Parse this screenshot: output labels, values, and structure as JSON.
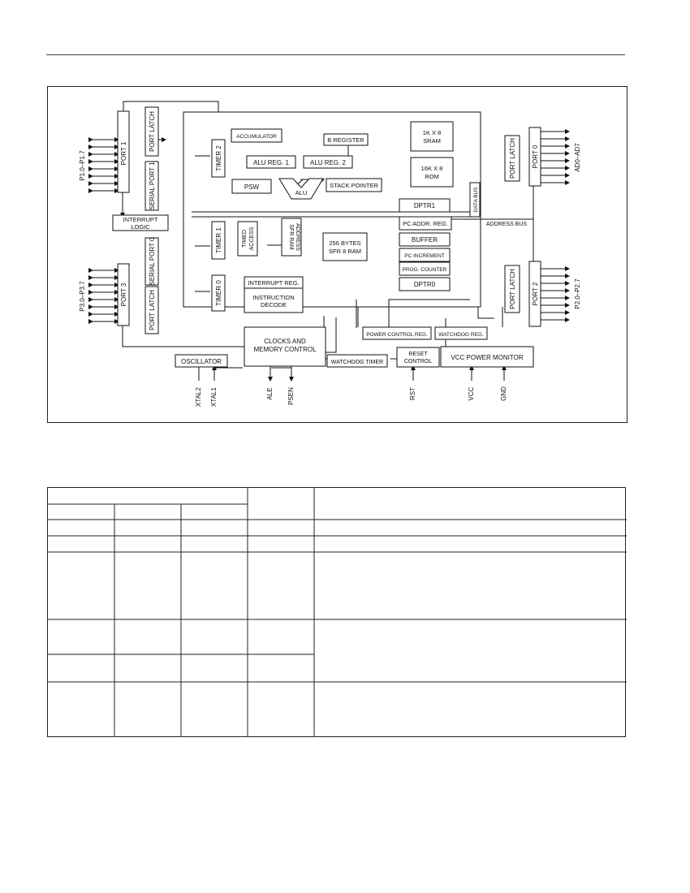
{
  "diagram": {
    "blocks": {
      "port1": "PORT 1",
      "port_latch_1": "PORT LATCH",
      "serial_port_1": "SERIAL PORT 1",
      "timer2": "TIMER 2",
      "accumulator": "ACCUMULATOR",
      "alu_reg1": "ALU REG. 1",
      "alu_reg2": "ALU REG. 2",
      "b_register": "B REGISTER",
      "sram_line1": "1K X 8",
      "sram_line2": "SRAM",
      "rom_line1": "16K X 8",
      "rom_line2": "ROM",
      "port_latch_0": "PORT LATCH",
      "port0": "PORT 0",
      "psw": "PSW",
      "alu": "ALU",
      "stack_pointer": "STACK POINTER",
      "dptr1": "DPTR1",
      "data_bus": "DATA BUS",
      "interrupt_logic_line1": "INTERRUPT",
      "interrupt_logic_line2": "LOGIC",
      "timer1": "TIMER 1",
      "timed_access_line1": "TIMED",
      "timed_access_line2": "ACCESS",
      "sfr_ram_address_line1": "SFR RAM",
      "sfr_ram_address_line2": "ADDRESS",
      "ram_line1": "256 BYTES",
      "ram_line2": "SFR 8 RAM",
      "pc_addr_reg": "PC ADDR. REG.",
      "address_bus": "ADDRESS BUS",
      "buffer": "BUFFER",
      "pc_increment": "PC INCREMENT",
      "prog_counter": "PROG. COUNTER",
      "dptr0": "DPTR0",
      "serial_port_0": "SERIAL PORT 0",
      "port3": "PORT 3",
      "port_latch_3": "PORT LATCH",
      "timer0": "TIMER 0",
      "interrupt_reg": "INTERRUPT REG.",
      "instruction_decode_line1": "INSTRUCTION",
      "instruction_decode_line2": "DECODE",
      "port_latch_2": "PORT LATCH",
      "port2": "PORT 2",
      "power_control_reg": "POWER CONTROL REG.",
      "watchdog_reg": "WATCHDOG REG.",
      "clocks_line1": "CLOCKS AND",
      "clocks_line2": "MEMORY CONTROL",
      "oscillator": "OSCILLATOR",
      "watchdog_timer": "WATCHDOG TIMER",
      "reset_control_line1": "RESET",
      "reset_control_line2": "CONTROL",
      "vcc_power_monitor": "VCC POWER MONITOR"
    },
    "pins": {
      "p1": "P1.0–P1.7",
      "p3": "P3.0–P3.7",
      "ad": "AD0–AD7",
      "p2": "P2.0–P2.7",
      "xtal2": "XTAL2",
      "xtal1": "XTAL1",
      "ale": "ALE",
      "psen": "PSEN",
      "rst": "RST",
      "vcc": "VCC",
      "gnd": "GND"
    }
  },
  "table": {
    "rows": [
      [],
      [],
      [],
      [],
      [],
      [],
      []
    ]
  }
}
